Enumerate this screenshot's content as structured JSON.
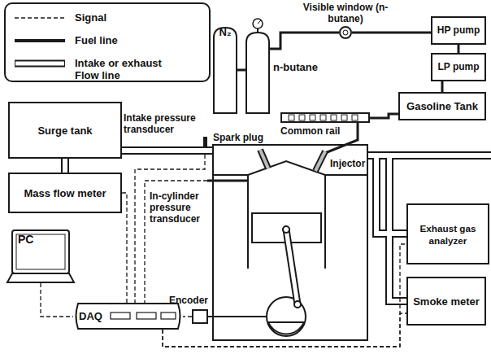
{
  "diagram": {
    "nodes": [
      {
        "text": [
          "N₂"
        ]
      },
      {
        "text": [
          "n-butane"
        ]
      },
      {
        "text": [
          "Visible window (n-butane)"
        ]
      },
      {
        "text": [
          "HP pump"
        ]
      },
      {
        "text": [
          "LP pump"
        ]
      },
      {
        "text": [
          "Surge tank"
        ]
      },
      {
        "text": [
          "Common rail"
        ]
      },
      {
        "text": [
          "Gasoline Tank"
        ]
      },
      {
        "text": [
          "Mass flow meter"
        ]
      },
      {
        "text": [
          "Exhaust gas analyzer"
        ]
      },
      {
        "text": [
          "PC"
        ]
      },
      {
        "text": [
          "Smoke meter"
        ]
      },
      {
        "text": [
          "Encoder"
        ]
      },
      {
        "text": [
          "DAQ"
        ]
      }
    ],
    "edges": [
      {
        "from": 0,
        "to": 1,
        "arrow": "none"
      },
      {
        "from": 1,
        "to": 2,
        "arrow": "none"
      },
      {
        "from": 2,
        "to": 3,
        "arrow": "none"
      },
      {
        "from": 4,
        "to": 3,
        "arrow": "none"
      },
      {
        "from": 7,
        "to": 4,
        "arrow": "none"
      },
      {
        "from": 7,
        "to": 6,
        "arrow": "none"
      },
      {
        "from": 8,
        "to": 13,
        "arrow": "none"
      },
      {
        "from": 10,
        "to": 13,
        "arrow": "none"
      },
      {
        "from": 12,
        "to": 13,
        "arrow": "none"
      },
      {
        "from": 13,
        "to": 9,
        "arrow": "none"
      },
      {
        "from": 13,
        "to": 11,
        "arrow": "none"
      }
    ],
    "labels": [
      "Intake pressure transducer",
      "Spark plug",
      "Injector",
      "In-cylinder pressure transducer"
    ],
    "legend": [
      {
        "text": "Signal"
      },
      {
        "text": "Fuel line"
      },
      {
        "text": "Intake or exhaust Flow line"
      }
    ]
  }
}
